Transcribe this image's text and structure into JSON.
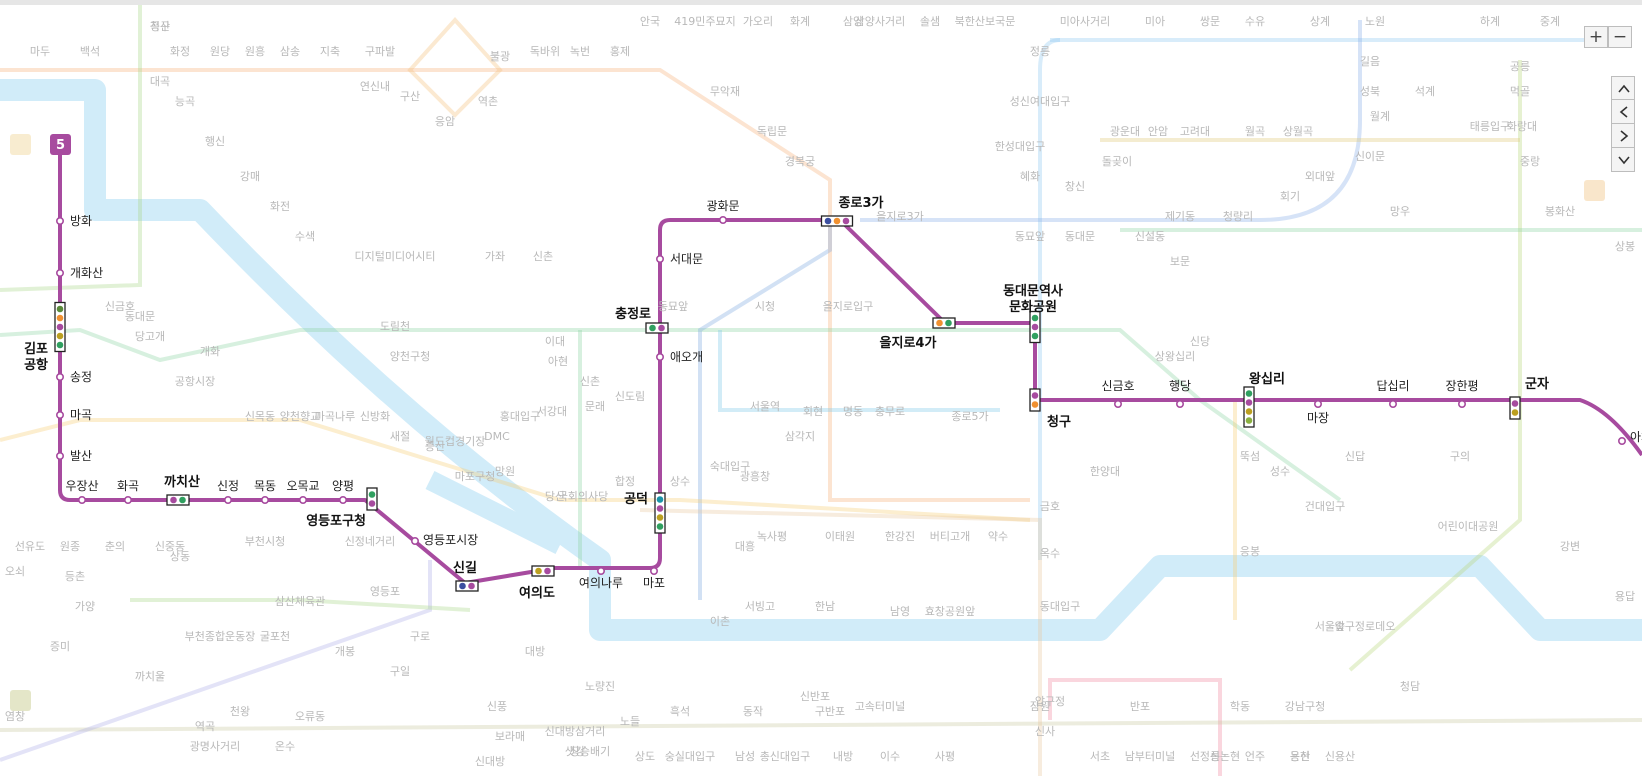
{
  "map": {
    "route": {
      "line_number": "5",
      "line_color": "#a74b9f",
      "stations": [
        {
          "name": "방화",
          "major": false
        },
        {
          "name": "개화산",
          "major": false
        },
        {
          "name": "김포\n공항",
          "major": true
        },
        {
          "name": "송정",
          "major": false
        },
        {
          "name": "마곡",
          "major": false
        },
        {
          "name": "발산",
          "major": false
        },
        {
          "name": "우장산",
          "major": false
        },
        {
          "name": "화곡",
          "major": false
        },
        {
          "name": "까치산",
          "major": true
        },
        {
          "name": "신정",
          "major": false
        },
        {
          "name": "목동",
          "major": false
        },
        {
          "name": "오목교",
          "major": false
        },
        {
          "name": "양평",
          "major": false
        },
        {
          "name": "영등포구청",
          "major": true
        },
        {
          "name": "영등포시장",
          "major": false
        },
        {
          "name": "신길",
          "major": true
        },
        {
          "name": "여의도",
          "major": true
        },
        {
          "name": "여의나루",
          "major": false
        },
        {
          "name": "마포",
          "major": false
        },
        {
          "name": "공덕",
          "major": true
        },
        {
          "name": "애오개",
          "major": false
        },
        {
          "name": "충정로",
          "major": true
        },
        {
          "name": "서대문",
          "major": false
        },
        {
          "name": "광화문",
          "major": false
        },
        {
          "name": "종로3가",
          "major": true
        },
        {
          "name": "을지로4가",
          "major": true
        },
        {
          "name": "동대문역사\n문화공원",
          "major": true
        },
        {
          "name": "청구",
          "major": true
        },
        {
          "name": "신금호",
          "major": false
        },
        {
          "name": "행당",
          "major": false
        },
        {
          "name": "왕십리",
          "major": true
        },
        {
          "name": "마장",
          "major": false
        },
        {
          "name": "답십리",
          "major": false
        },
        {
          "name": "장한평",
          "major": false
        },
        {
          "name": "군자",
          "major": true
        },
        {
          "name": "아차산",
          "major": false
        }
      ]
    },
    "background_labels": [
      "곡산",
      "마두",
      "백석",
      "대곡",
      "화정",
      "원당",
      "원흥",
      "삼송",
      "지축",
      "구파발",
      "능곡",
      "행신",
      "강매",
      "화전",
      "수색",
      "디지털미디어시티",
      "가좌",
      "신촌",
      "연신내",
      "구산",
      "응암",
      "역촌",
      "불광",
      "독바위",
      "녹번",
      "홍제",
      "무악재",
      "독립문",
      "경복궁",
      "안국",
      "419민주묘지",
      "가오리",
      "화계",
      "삼양",
      "삼양사거리",
      "솔샘",
      "북한산보국문",
      "정릉",
      "성신여대입구",
      "한성대입구",
      "혜화",
      "창신",
      "동묘앞",
      "동대문",
      "신설동",
      "제기동",
      "청량리",
      "회기",
      "외대앞",
      "신이문",
      "석계",
      "태릉입구",
      "화랑대",
      "봉화산",
      "상봉",
      "망우",
      "중랑",
      "먹골",
      "공릉",
      "하계",
      "중계",
      "노원",
      "상계",
      "수유",
      "쌍문",
      "미아",
      "미아사거리",
      "길음",
      "성북",
      "월계",
      "광운대",
      "안암",
      "고려대",
      "월곡",
      "상월곡",
      "돌곶이",
      "보문",
      "상왕십리",
      "신당",
      "동묘앞",
      "시청",
      "을지로입구",
      "을지로3가",
      "종로5가",
      "충무로",
      "명동",
      "회현",
      "서울역",
      "숙대입구",
      "삼각지",
      "녹사평",
      "이태원",
      "한강진",
      "버티고개",
      "약수",
      "금호",
      "옥수",
      "동대입구",
      "한양대",
      "뚝섬",
      "성수",
      "건대입구",
      "어린이대공원",
      "구의",
      "강변",
      "용답",
      "신답",
      "응봉",
      "서울숲",
      "압구정로데오",
      "청담",
      "강남구청",
      "학동",
      "논현",
      "신논현",
      "반포",
      "잠원",
      "신사",
      "압구정",
      "고속터미널",
      "신반포",
      "구반포",
      "동작",
      "흑석",
      "노들",
      "노량진",
      "대방",
      "신풍",
      "보라매",
      "신대방",
      "샛강",
      "신대방삼거리",
      "장승배기",
      "상도",
      "숭실대입구",
      "남성",
      "총신대입구",
      "내방",
      "이수",
      "사평",
      "서초",
      "남부터미널",
      "선정릉",
      "언주",
      "용산",
      "신용산",
      "이촌",
      "서빙고",
      "한남",
      "남영",
      "효창공원앞",
      "대흥",
      "광흥창",
      "상수",
      "합정",
      "당산",
      "국회의사당",
      "망원",
      "마포구청",
      "월드컵경기장",
      "증산",
      "새절",
      "DMC",
      "홍대입구",
      "서강대",
      "이대",
      "아현",
      "신촌",
      "문래",
      "신도림",
      "도림천",
      "양천구청",
      "신정네거리",
      "영등포",
      "구로",
      "구일",
      "개봉",
      "오류동",
      "온수",
      "천왕",
      "역곡",
      "광명사거리",
      "까치울",
      "부천종합운동장",
      "굴포천",
      "삼산체육관",
      "상동",
      "부천시청",
      "신중동",
      "춘의",
      "원종",
      "오쇠",
      "등촌",
      "가양",
      "증미",
      "염창",
      "선유도",
      "신목동",
      "양천향교",
      "마곡나루",
      "신방화",
      "공항시장",
      "개화",
      "당고개",
      "동대문",
      "신금호",
      "청구"
    ],
    "controls": {
      "zoom_in": "+",
      "zoom_out": "−"
    }
  }
}
